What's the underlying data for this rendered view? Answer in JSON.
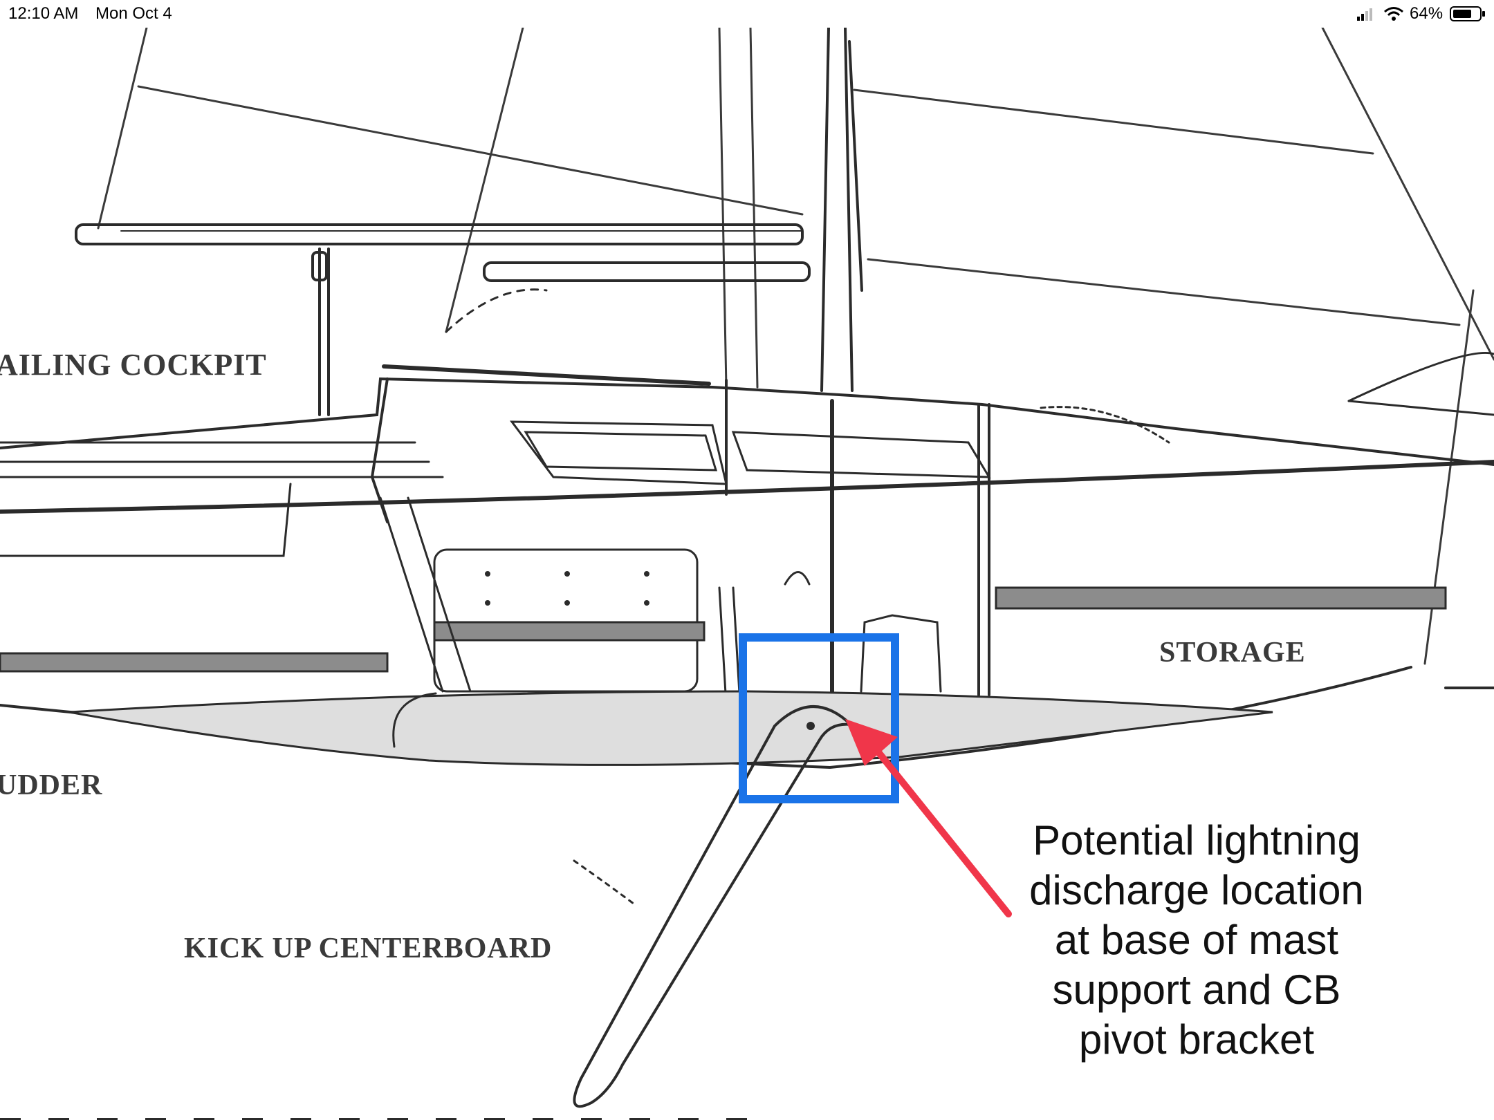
{
  "status_bar": {
    "time": "12:10 AM",
    "date": "Mon Oct 4",
    "battery_percent": "64%",
    "icons": [
      "signal-icon",
      "wifi-icon",
      "battery-icon"
    ]
  },
  "diagram": {
    "labels": {
      "cockpit": "AILING COCKPIT",
      "storage": "STORAGE",
      "rudder": "UDDER",
      "centerboard": "KICK UP CENTERBOARD"
    },
    "annotation": {
      "lines": [
        "Potential lightning",
        "discharge location",
        "at base of mast",
        "support and CB",
        "pivot bracket"
      ],
      "highlight_color": "#1a73e8",
      "arrow_color": "#f0364a"
    }
  }
}
